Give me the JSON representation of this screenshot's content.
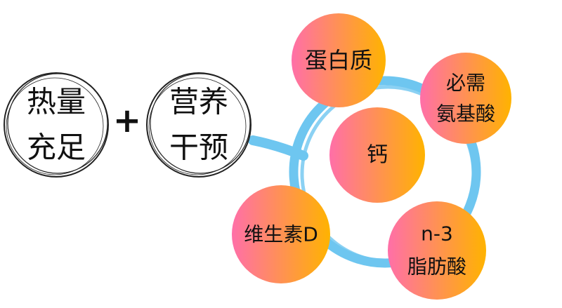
{
  "colors": {
    "ring": "#6EC6F0",
    "gradient_start": "#FF6FA8",
    "gradient_end": "#FFB300",
    "outline": "#222222",
    "text": "#111111"
  },
  "left": {
    "group1": {
      "line1": "热量",
      "line2": "充足"
    },
    "plus": "+",
    "group2": {
      "line1": "营养",
      "line2": "干预"
    }
  },
  "nodes": {
    "protein": {
      "line1": "蛋白质"
    },
    "amino": {
      "line1": "必需",
      "line2": "氨基酸"
    },
    "calcium": {
      "line1": "钙"
    },
    "vitd": {
      "line1": "维生素D"
    },
    "omega3": {
      "line1": "n-3",
      "line2": "脂肪酸"
    }
  }
}
